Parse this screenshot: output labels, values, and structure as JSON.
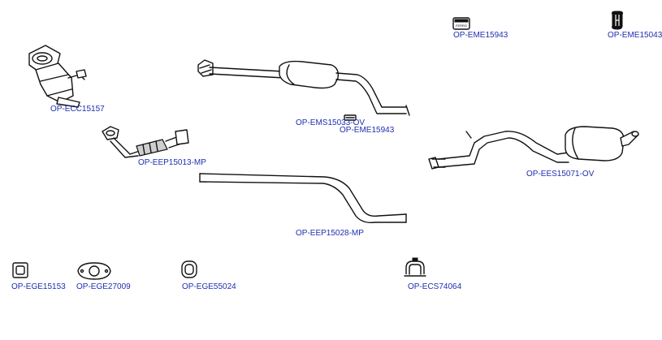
{
  "diagram": {
    "parts": [
      {
        "id": "ecc",
        "code": "OP-ECC15157"
      },
      {
        "id": "eep1",
        "code": "OP-EEP15013-MP"
      },
      {
        "id": "ems",
        "code": "OP-EMS15033-OV"
      },
      {
        "id": "eme_mid",
        "code": "OP-EME15943"
      },
      {
        "id": "eme_top",
        "code": "OP-EME15943"
      },
      {
        "id": "eme_right",
        "code": "OP-EME15043"
      },
      {
        "id": "ees",
        "code": "OP-EES15071-OV"
      },
      {
        "id": "eep2",
        "code": "OP-EEP15028-MP"
      },
      {
        "id": "ege1",
        "code": "OP-EGE15153"
      },
      {
        "id": "ege2",
        "code": "OP-EGE27009"
      },
      {
        "id": "ege3",
        "code": "OP-EGE55024"
      },
      {
        "id": "ecs",
        "code": "OP-ECS74064"
      }
    ],
    "badge_text": "FERRO"
  }
}
